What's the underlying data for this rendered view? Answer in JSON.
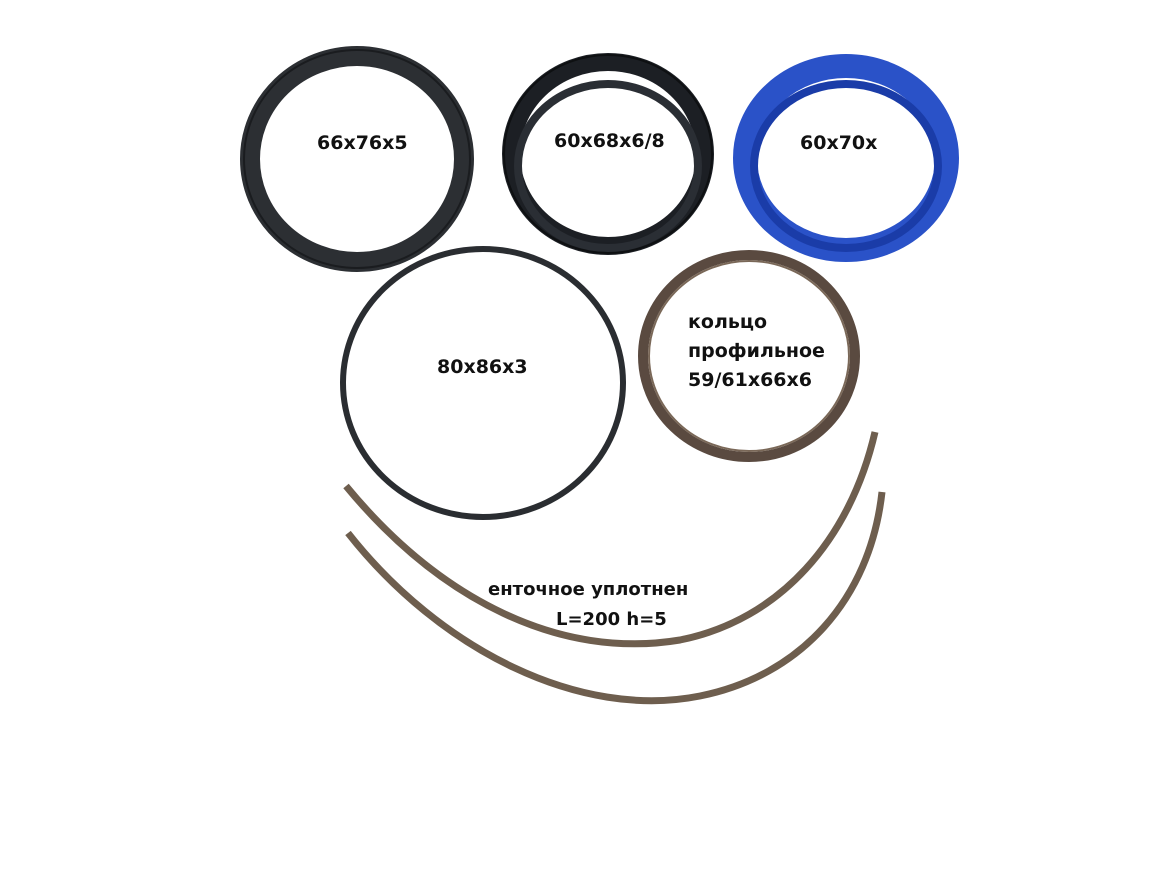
{
  "labels": {
    "ring_1": "66x76x5",
    "ring_2": "60x68x6/8",
    "ring_3": "60x70x",
    "ring_4": "80x86x3",
    "ring_5": {
      "line1": "кольцо",
      "line2": "профильное",
      "line3": "59/61x66x6"
    },
    "strip_line1": "енточное уплотнен",
    "strip_line2": "L=200 h=5"
  },
  "colors": {
    "dark_ring": "#2c2f33",
    "black_ring": "#1c1f24",
    "blue_ring": "#2a52c8",
    "blue_ring_dark": "#1a3ca8",
    "brown_ring": "#5a4a40",
    "brown_strip": "#6e5e4e"
  }
}
